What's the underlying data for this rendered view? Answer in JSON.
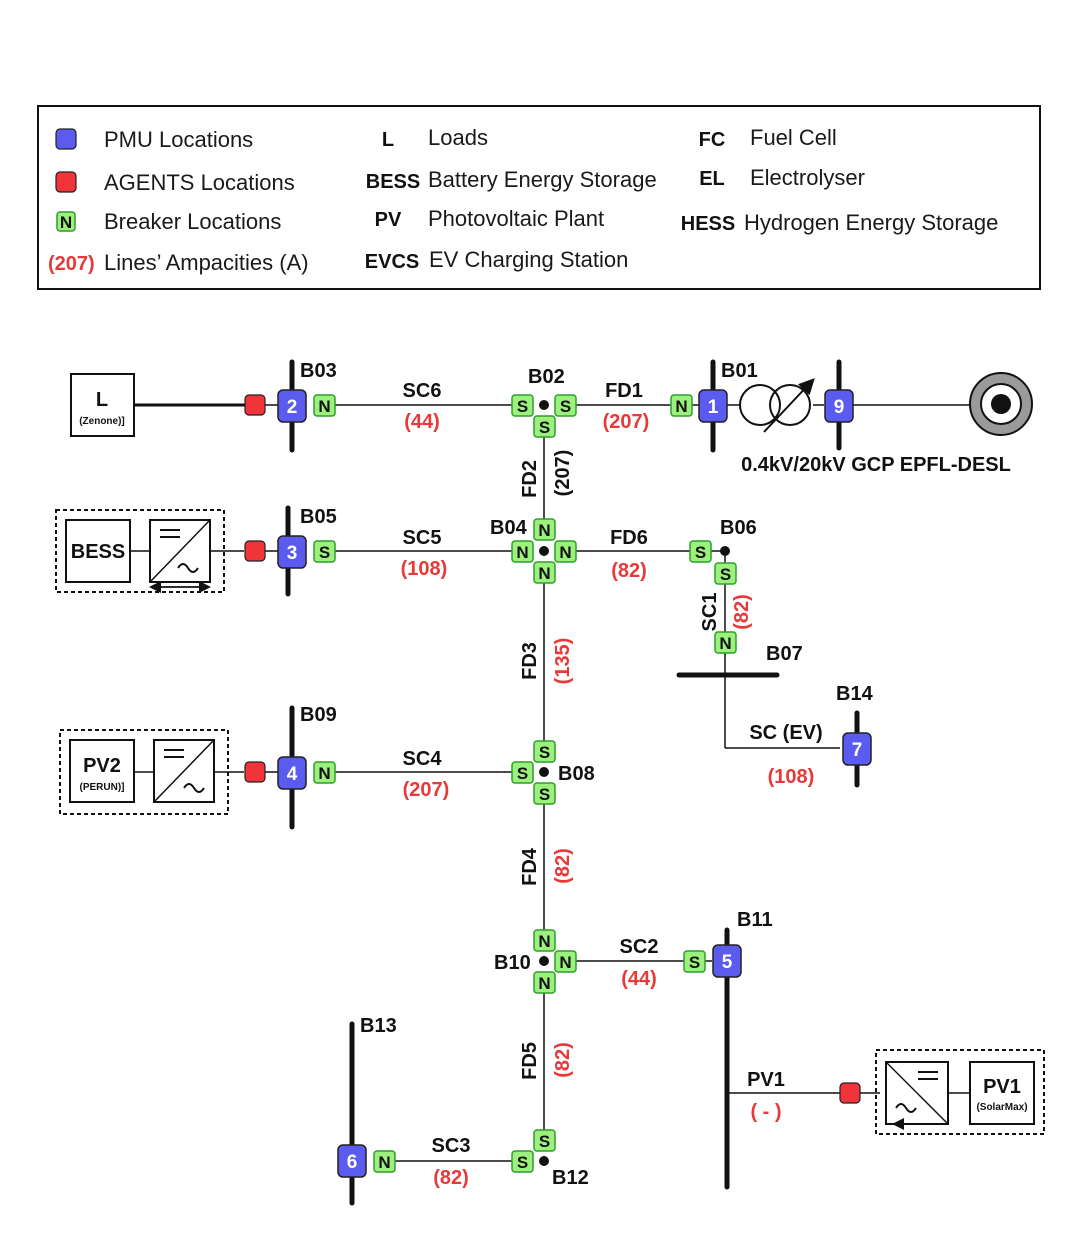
{
  "legend": {
    "pmu": "PMU Locations",
    "agents": "AGENTS Locations",
    "breaker_symbol": "N",
    "breaker": "Breaker Locations",
    "ampacity_sample": "(207)",
    "ampacity": "Lines’ Ampacities (A)",
    "abbreviations": [
      {
        "abbr": "L",
        "desc": "Loads"
      },
      {
        "abbr": "BESS",
        "desc": "Battery Energy Storage"
      },
      {
        "abbr": "PV",
        "desc": "Photovoltaic Plant"
      },
      {
        "abbr": "EVCS",
        "desc": "EV Charging Station"
      },
      {
        "abbr": "FC",
        "desc": "Fuel Cell"
      },
      {
        "abbr": "EL",
        "desc": "Electrolyser"
      },
      {
        "abbr": "HESS",
        "desc": "Hydrogen Energy Storage"
      }
    ]
  },
  "colors": {
    "pmu": "#5b5bf0",
    "agent": "#f0343a",
    "breaker": "#9cf07c",
    "breaker_border": "#2e9e2e",
    "ampacity": "#e8393a"
  },
  "buses": {
    "B01": "B01",
    "B02": "B02",
    "B03": "B03",
    "B04": "B04",
    "B05": "B05",
    "B06": "B06",
    "B07": "B07",
    "B08": "B08",
    "B09": "B09",
    "B10": "B10",
    "B11": "B11",
    "B12": "B12",
    "B13": "B13",
    "B14": "B14"
  },
  "lines": {
    "SC6": {
      "name": "SC6",
      "amp": "(44)"
    },
    "FD1": {
      "name": "FD1",
      "amp": "(207)"
    },
    "FD2": {
      "name": "FD2",
      "amp": "(207)"
    },
    "SC5": {
      "name": "SC5",
      "amp": "(108)"
    },
    "FD6": {
      "name": "FD6",
      "amp": "(82)"
    },
    "SC1": {
      "name": "SC1",
      "amp": "(82)"
    },
    "FD3": {
      "name": "FD3",
      "amp": "(135)"
    },
    "SCEV": {
      "name": "SC (EV)",
      "amp": "(108)"
    },
    "SC4": {
      "name": "SC4",
      "amp": "(207)"
    },
    "FD4": {
      "name": "FD4",
      "amp": "(82)"
    },
    "SC2": {
      "name": "SC2",
      "amp": "(44)"
    },
    "FD5": {
      "name": "FD5",
      "amp": "(82)"
    },
    "PV1": {
      "name": "PV1",
      "amp": "( - )"
    },
    "SC3": {
      "name": "SC3",
      "amp": "(82)"
    }
  },
  "pmus": [
    "1",
    "2",
    "3",
    "4",
    "5",
    "6",
    "7",
    "9"
  ],
  "breakers": {
    "N": "N",
    "S": "S"
  },
  "devices": {
    "load": {
      "title": "L",
      "sub": "(Zenone)]"
    },
    "bess": {
      "title": "BESS"
    },
    "pv2": {
      "title": "PV2",
      "sub": "(PERUN)]"
    },
    "pv1": {
      "title": "PV1",
      "sub": "(SolarMax)"
    }
  },
  "grid_label": "0.4kV/20kV GCP EPFL-DESL"
}
